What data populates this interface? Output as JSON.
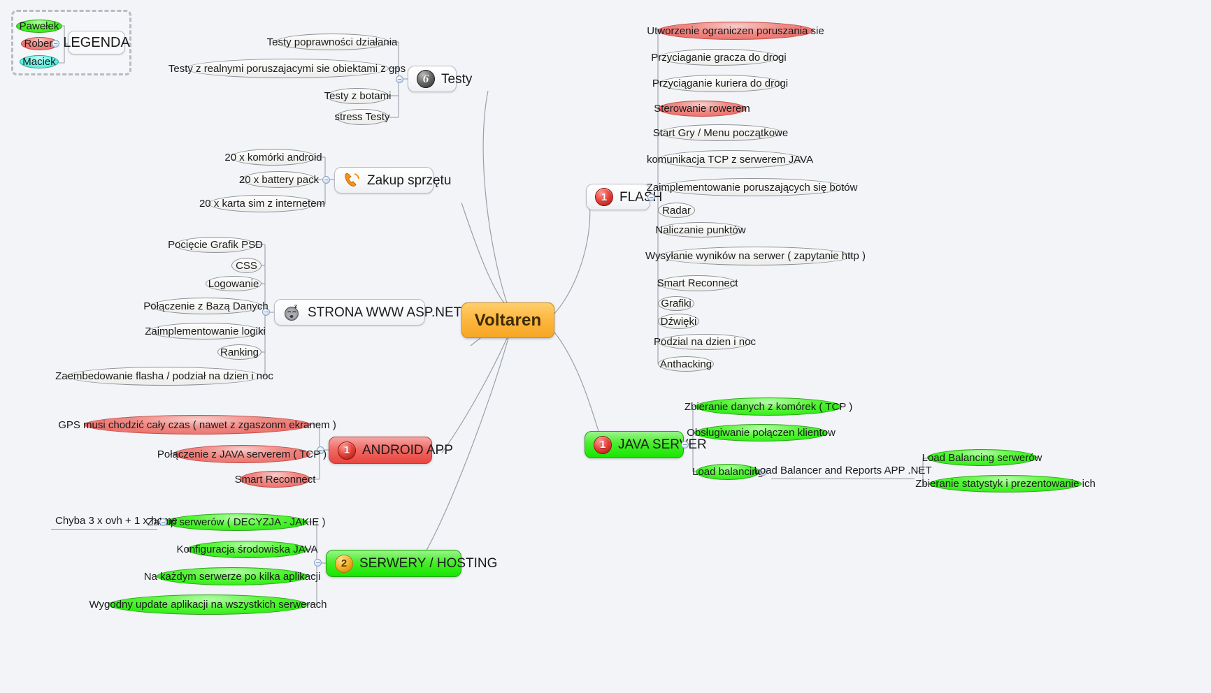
{
  "title": "Voltaren",
  "colors": {
    "background": "#f2f4f8",
    "central": "#f5a623",
    "green": "#15e400",
    "red": "#e8453f",
    "cyan": "#3fe5d3",
    "neutral": "#f4f4f2",
    "edge": "#9aa0a8"
  },
  "central": {
    "label": "Voltaren"
  },
  "legend": {
    "title": "LEGENDA",
    "people": [
      {
        "name": "Pawełek",
        "color": "green"
      },
      {
        "name": "Robert",
        "color": "red"
      },
      {
        "name": "Maciek",
        "color": "cyan"
      }
    ]
  },
  "branches": [
    {
      "id": "testy",
      "label": "Testy",
      "icon": "grey-number-badge-6",
      "icon_text": "6",
      "style": "neutral",
      "children": [
        {
          "label": "Testy poprawności działania",
          "color": "neutral"
        },
        {
          "label": "Testy z realnymi poruszajacymi sie obiektami z gps",
          "color": "neutral"
        },
        {
          "label": "Testy z botami",
          "color": "neutral"
        },
        {
          "label": "stress Testy",
          "color": "neutral"
        }
      ]
    },
    {
      "id": "zakup-sprzetu",
      "label": "Zakup sprzętu",
      "icon": "telephone-icon",
      "style": "neutral",
      "children": [
        {
          "label": "20 x komórki android",
          "color": "neutral"
        },
        {
          "label": "20 x battery pack",
          "color": "neutral"
        },
        {
          "label": "20 x karta sim z internetem",
          "color": "neutral"
        }
      ]
    },
    {
      "id": "strona-www",
      "label": "STRONA WWW ASP.NET",
      "icon": "sleeping-face-icon",
      "style": "neutral",
      "children": [
        {
          "label": "Pocięcie Grafik PSD",
          "color": "neutral"
        },
        {
          "label": "CSS",
          "color": "neutral"
        },
        {
          "label": "Logowanie",
          "color": "neutral"
        },
        {
          "label": "Połączenie z Bazą Danych",
          "color": "neutral"
        },
        {
          "label": "Zaimplementowanie logiki",
          "color": "neutral"
        },
        {
          "label": "Ranking",
          "color": "neutral"
        },
        {
          "label": "Zaembedowanie flasha / podział na dzien i noc",
          "color": "neutral"
        }
      ]
    },
    {
      "id": "android-app",
      "label": "ANDROID APP",
      "icon": "red-number-badge-1",
      "icon_text": "1",
      "style": "red",
      "children": [
        {
          "label": "GPS musi chodzić cały czas ( nawet z zgaszonm ekranem )",
          "color": "red"
        },
        {
          "label": "Połączenie z JAVA serverem ( TCP )",
          "color": "red"
        },
        {
          "label": "Smart Reconnect",
          "color": "red"
        }
      ]
    },
    {
      "id": "serwery-hosting",
      "label": "SERWERY / HOSTING",
      "icon": "orange-number-badge-2",
      "icon_text": "2",
      "style": "green",
      "children": [
        {
          "label": "Zakup serwerów ( DECYZJA - JAKIE )",
          "color": "green",
          "children": [
            {
              "label": "Chyba 3 x ovh + 1 x home",
              "color": "underline"
            }
          ]
        },
        {
          "label": "Konfiguracja środowiska JAVA",
          "color": "green"
        },
        {
          "label": "Na każdym serwerze po kilka aplikacji",
          "color": "green"
        },
        {
          "label": "Wygodny update aplikacji na wszystkich serwerach",
          "color": "green"
        }
      ]
    },
    {
      "id": "flash",
      "label": "FLASH",
      "icon": "red-number-badge-1",
      "icon_text": "1",
      "style": "neutral",
      "children": [
        {
          "label": "Utworzenie ograniczen poruszania sie",
          "color": "red"
        },
        {
          "label": "Przyciaganie gracza do drogi",
          "color": "neutral"
        },
        {
          "label": "Przyciąganie kuriera do drogi",
          "color": "neutral"
        },
        {
          "label": "Sterowanie rowerem",
          "color": "red"
        },
        {
          "label": "Start Gry / Menu początkowe",
          "color": "neutral"
        },
        {
          "label": "komunikacja TCP z serwerem JAVA",
          "color": "neutral"
        },
        {
          "label": "Zaimplementowanie poruszających się botów",
          "color": "neutral"
        },
        {
          "label": "Radar",
          "color": "neutral"
        },
        {
          "label": "Naliczanie punktów",
          "color": "neutral"
        },
        {
          "label": "Wysyłanie wyników na serwer ( zapytanie http )",
          "color": "neutral"
        },
        {
          "label": "Smart Reconnect",
          "color": "neutral"
        },
        {
          "label": "Grafiki",
          "color": "neutral"
        },
        {
          "label": "Dźwięki",
          "color": "neutral"
        },
        {
          "label": "Podzial na dzien i noc",
          "color": "neutral"
        },
        {
          "label": "Anthacking",
          "color": "neutral"
        }
      ]
    },
    {
      "id": "java-server",
      "label": "JAVA SERVER",
      "icon": "red-number-badge-1",
      "icon_text": "1",
      "style": "green",
      "children": [
        {
          "label": "Zbieranie danych z komórek ( TCP )",
          "color": "green"
        },
        {
          "label": "Obsługiwanie połączen klientow",
          "color": "green"
        },
        {
          "label": "Load balancing",
          "color": "green",
          "children": [
            {
              "label": "Load Balancer and Reports APP .NET",
              "color": "green",
              "children": [
                {
                  "label": "Load Balancing serwerów",
                  "color": "green"
                },
                {
                  "label": "Zbieranie statystyk i prezentowanie ich",
                  "color": "green"
                }
              ]
            }
          ]
        }
      ]
    }
  ]
}
